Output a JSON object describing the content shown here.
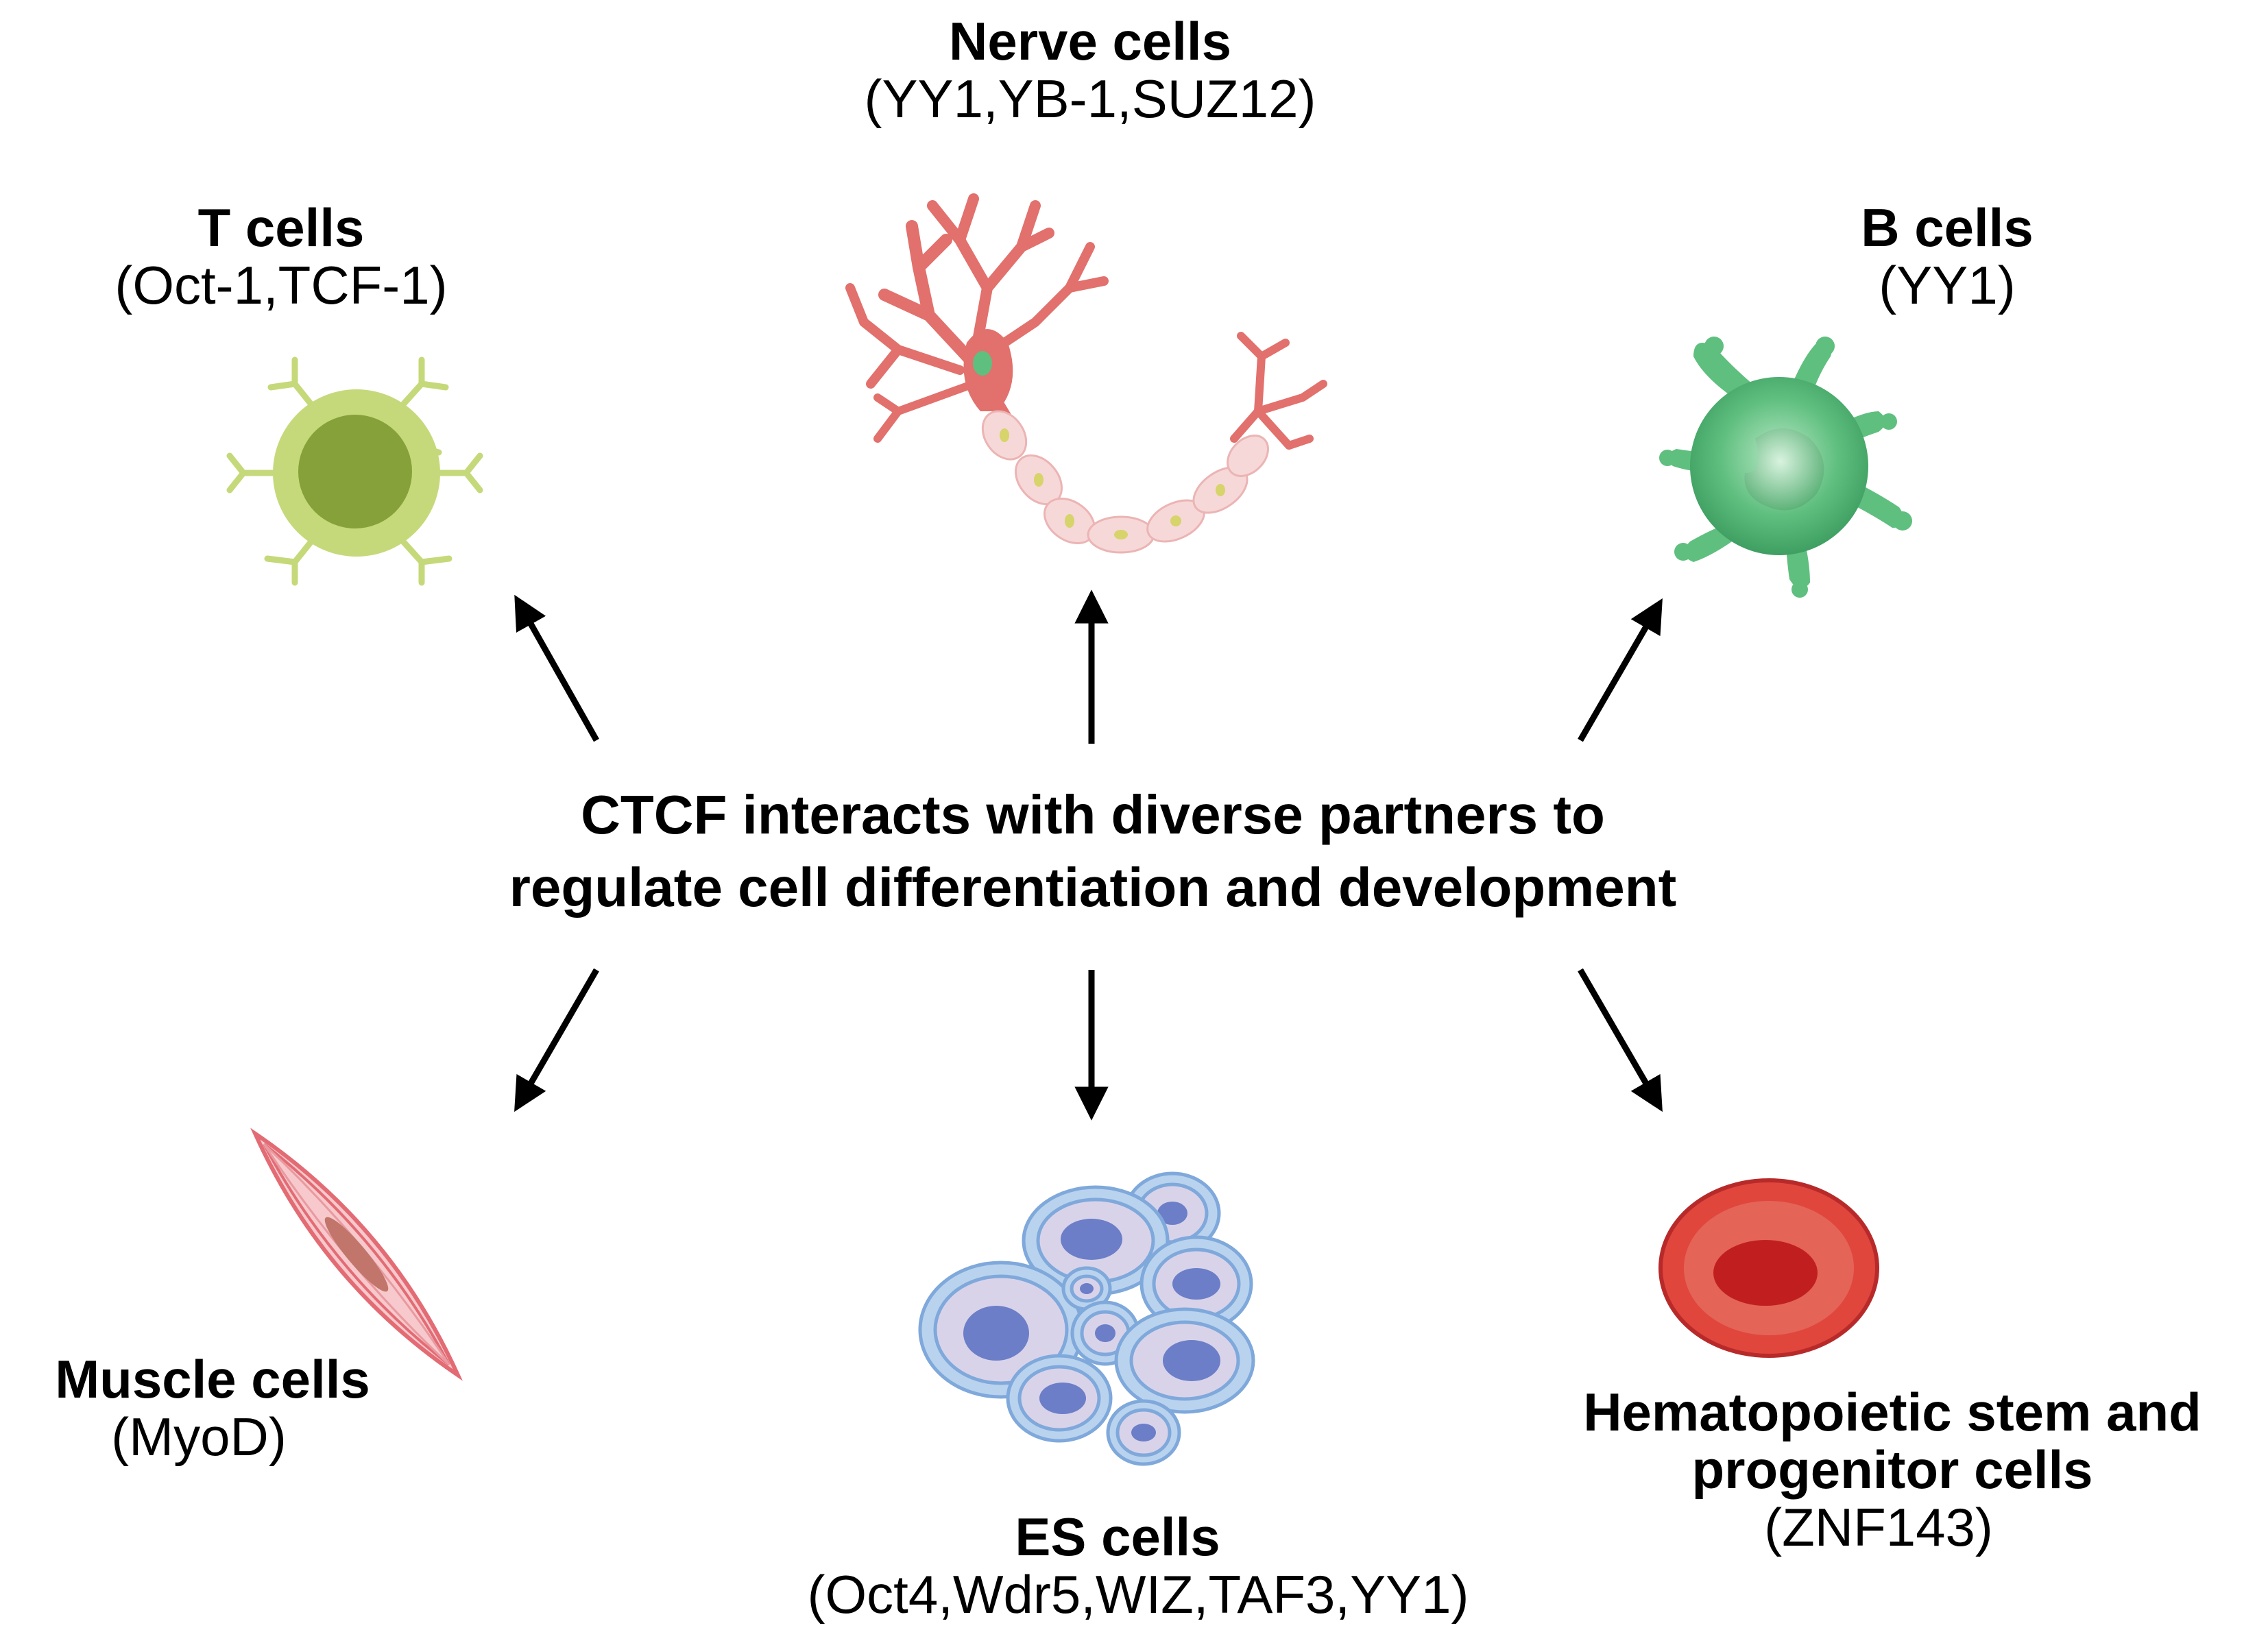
{
  "center": {
    "line1": "CTCF interacts with diverse partners to",
    "line2": "regulate cell differentiation and development"
  },
  "cells": {
    "nerve": {
      "name": "Nerve cells",
      "partners": "(YY1,YB-1,SUZ12)"
    },
    "t": {
      "name": "T cells",
      "partners": "(Oct-1,TCF-1)"
    },
    "b": {
      "name": "B cells",
      "partners": "(YY1)"
    },
    "muscle": {
      "name": "Muscle cells",
      "partners": "(MyoD)"
    },
    "es": {
      "name": "ES cells",
      "partners": "(Oct4,Wdr5,WIZ,TAF3,YY1)"
    },
    "hspc": {
      "name_line1": "Hematopoietic stem and",
      "name_line2": "progenitor cells",
      "partners": "(ZNF143)"
    }
  },
  "colors": {
    "t_cell": "#c5d97a",
    "t_cell_nucleus": "#86a03a",
    "nerve": "#e2706c",
    "myelin": "#f6d8d8",
    "b_cell": "#5fbf7f",
    "muscle": "#e36b74",
    "es_cell": "#b9d3ee",
    "es_nucleus": "#6b7ec7",
    "rbc": "#e0463c",
    "rbc_center": "#c11f1f"
  }
}
